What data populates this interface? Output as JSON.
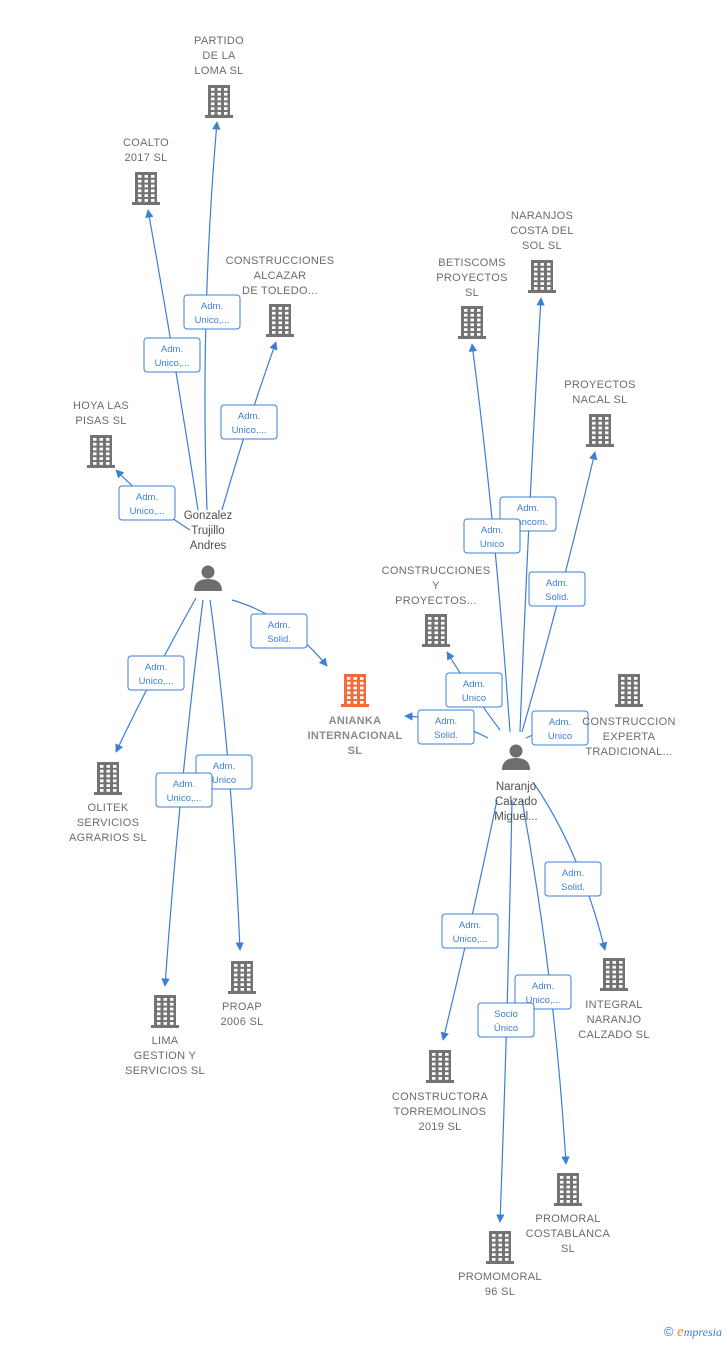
{
  "graph": {
    "nodes": [
      {
        "id": "gonzalez",
        "type": "person",
        "lines": [
          "Gonzalez",
          "Trujillo",
          "Andres"
        ]
      },
      {
        "id": "naranjo",
        "type": "person",
        "lines": [
          "Naranjo",
          "Calzado",
          "Miguel..."
        ]
      },
      {
        "id": "anianka",
        "type": "company",
        "focus": true,
        "lines": [
          "ANIANKA",
          "INTERNACIONAL",
          "SL"
        ]
      },
      {
        "id": "partido",
        "type": "company",
        "lines": [
          "PARTIDO",
          "DE LA",
          "LOMA  SL"
        ]
      },
      {
        "id": "coalto",
        "type": "company",
        "lines": [
          "COALTO",
          "2017  SL"
        ]
      },
      {
        "id": "alcazar",
        "type": "company",
        "lines": [
          "CONSTRUCCIONES",
          "ALCAZAR",
          "DE TOLEDO..."
        ]
      },
      {
        "id": "hoya",
        "type": "company",
        "lines": [
          "HOYA LAS",
          "PISAS  SL"
        ]
      },
      {
        "id": "olitek",
        "type": "company",
        "lines": [
          "OLITEK",
          "SERVICIOS",
          "AGRARIOS  SL"
        ]
      },
      {
        "id": "lima",
        "type": "company",
        "lines": [
          "LIMA",
          "GESTION Y",
          "SERVICIOS  SL"
        ]
      },
      {
        "id": "proap",
        "type": "company",
        "lines": [
          "PROAP",
          "2006 SL"
        ]
      },
      {
        "id": "naranjos",
        "type": "company",
        "lines": [
          "NARANJOS",
          "COSTA DEL",
          "SOL  SL"
        ]
      },
      {
        "id": "betiscoms",
        "type": "company",
        "lines": [
          "BETISCOMS",
          "PROYECTOS",
          "SL"
        ]
      },
      {
        "id": "proyectosnacal",
        "type": "company",
        "lines": [
          "PROYECTOS",
          "NACAL  SL"
        ]
      },
      {
        "id": "construccionesyp",
        "type": "company",
        "lines": [
          "CONSTRUCCIONES",
          "Y",
          "PROYECTOS..."
        ]
      },
      {
        "id": "experta",
        "type": "company",
        "lines": [
          "CONSTRUCCION",
          "EXPERTA",
          "TRADICIONAL..."
        ]
      },
      {
        "id": "integral",
        "type": "company",
        "lines": [
          "INTEGRAL",
          "NARANJO",
          "CALZADO  SL"
        ]
      },
      {
        "id": "torremolinos",
        "type": "company",
        "lines": [
          "CONSTRUCTORA",
          "TORREMOLINOS",
          "2019  SL"
        ]
      },
      {
        "id": "promoral",
        "type": "company",
        "lines": [
          "PROMORAL",
          "COSTABLANCA",
          "SL"
        ]
      },
      {
        "id": "promomoral",
        "type": "company",
        "lines": [
          "PROMOMORAL",
          "96 SL"
        ]
      }
    ],
    "edges": [
      {
        "from": "gonzalez",
        "to": "partido",
        "lines": [
          "Adm.",
          "Unico,..."
        ]
      },
      {
        "from": "gonzalez",
        "to": "coalto",
        "lines": [
          "Adm.",
          "Unico,..."
        ]
      },
      {
        "from": "gonzalez",
        "to": "alcazar",
        "lines": [
          "Adm.",
          "Unico,..."
        ]
      },
      {
        "from": "gonzalez",
        "to": "hoya",
        "lines": [
          "Adm.",
          "Unico,..."
        ]
      },
      {
        "from": "gonzalez",
        "to": "anianka",
        "lines": [
          "Adm.",
          "Solid."
        ]
      },
      {
        "from": "gonzalez",
        "to": "olitek",
        "lines": [
          "Adm.",
          "Unico,..."
        ]
      },
      {
        "from": "gonzalez",
        "to": "proap",
        "lines": [
          "Adm.",
          "Unico"
        ]
      },
      {
        "from": "gonzalez",
        "to": "lima",
        "lines": [
          "Adm.",
          "Unico,..."
        ]
      },
      {
        "from": "naranjo",
        "to": "naranjos",
        "lines": [
          "Adm.",
          "Mancom."
        ]
      },
      {
        "from": "naranjo",
        "to": "betiscoms",
        "lines": [
          "Adm.",
          "Unico"
        ]
      },
      {
        "from": "naranjo",
        "to": "proyectosnacal",
        "lines": [
          "Adm.",
          "Solid."
        ]
      },
      {
        "from": "naranjo",
        "to": "construccionesyp",
        "lines": [
          "Adm.",
          "Unico"
        ]
      },
      {
        "from": "naranjo",
        "to": "anianka",
        "lines": [
          "Adm.",
          "Solid."
        ]
      },
      {
        "from": "naranjo",
        "to": "experta",
        "lines": [
          "Adm.",
          "Unico"
        ]
      },
      {
        "from": "naranjo",
        "to": "integral",
        "lines": [
          "Adm.",
          "Solid."
        ]
      },
      {
        "from": "naranjo",
        "to": "torremolinos",
        "lines": [
          "Adm.",
          "Unico,..."
        ]
      },
      {
        "from": "naranjo",
        "to": "promoral",
        "lines": [
          "Adm.",
          "Unico,..."
        ]
      },
      {
        "from": "naranjo",
        "to": "promomoral",
        "lines": [
          "Socio",
          "Único"
        ]
      }
    ]
  },
  "colors": {
    "edge": "#3b7fd6",
    "company": "#737373",
    "focus": "#f26b3a",
    "person": "#6e6e6e"
  },
  "footer": {
    "copyright": "©",
    "brand_initial": "e",
    "brand_rest": "mpresia"
  }
}
